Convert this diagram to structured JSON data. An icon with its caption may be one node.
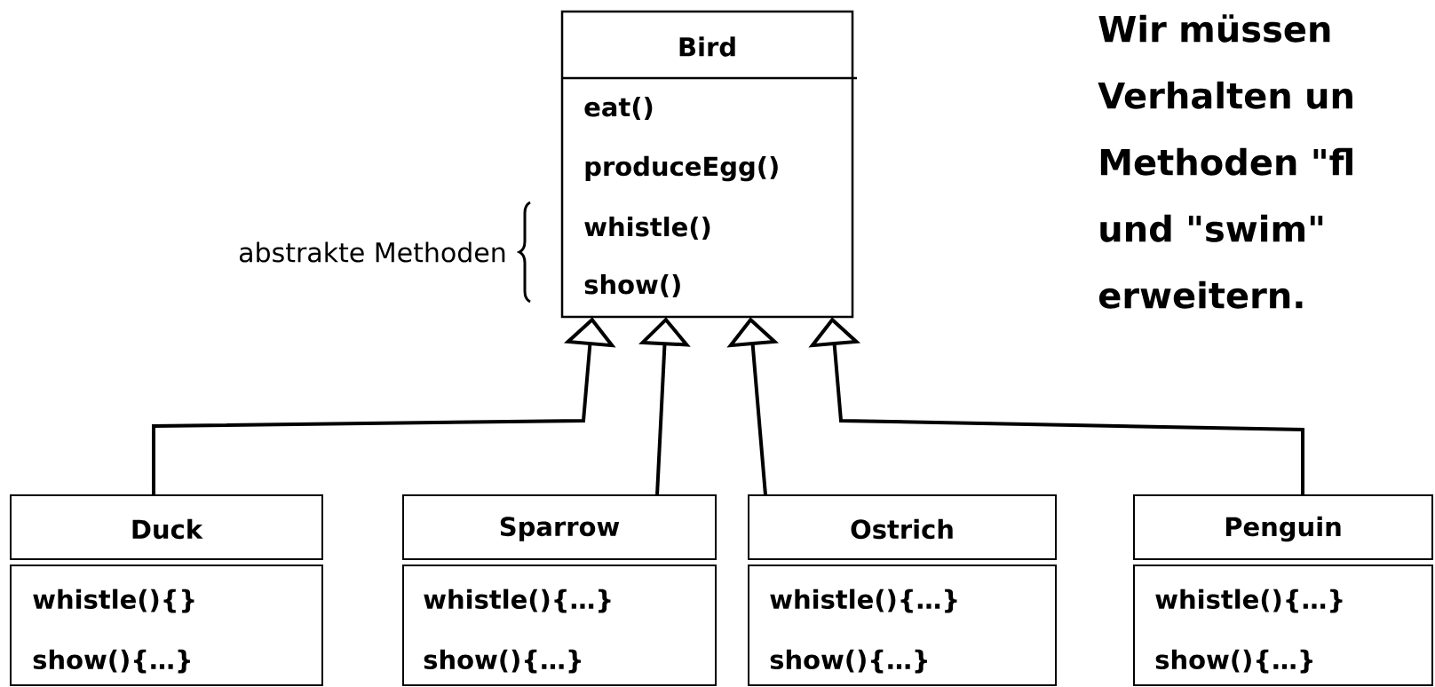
{
  "diagram": {
    "nodes": [
      {
        "text": [
          "Bird",
          "eat()",
          "produceEgg()",
          "whistle()",
          "show()"
        ]
      },
      {
        "text": [
          "Duck",
          "whistle(){}",
          "show(){…}"
        ]
      },
      {
        "text": [
          "Sparrow",
          "whistle(){…}",
          "show(){…}"
        ]
      },
      {
        "text": [
          "Ostrich",
          "whistle(){…}",
          "show(){…}"
        ]
      },
      {
        "text": [
          "Penguin",
          "whistle(){…}",
          "show(){…}"
        ]
      }
    ],
    "edges": [
      {
        "from": 1,
        "to": 0,
        "arrow": "to"
      },
      {
        "from": 2,
        "to": 0,
        "arrow": "to"
      },
      {
        "from": 3,
        "to": 0,
        "arrow": "to"
      },
      {
        "from": 4,
        "to": 0,
        "arrow": "to"
      }
    ],
    "labels": [
      "abstrakte Methoden",
      "Wir müssen Verhalten un Methoden \"fl und \"swim\" erweitern."
    ]
  }
}
